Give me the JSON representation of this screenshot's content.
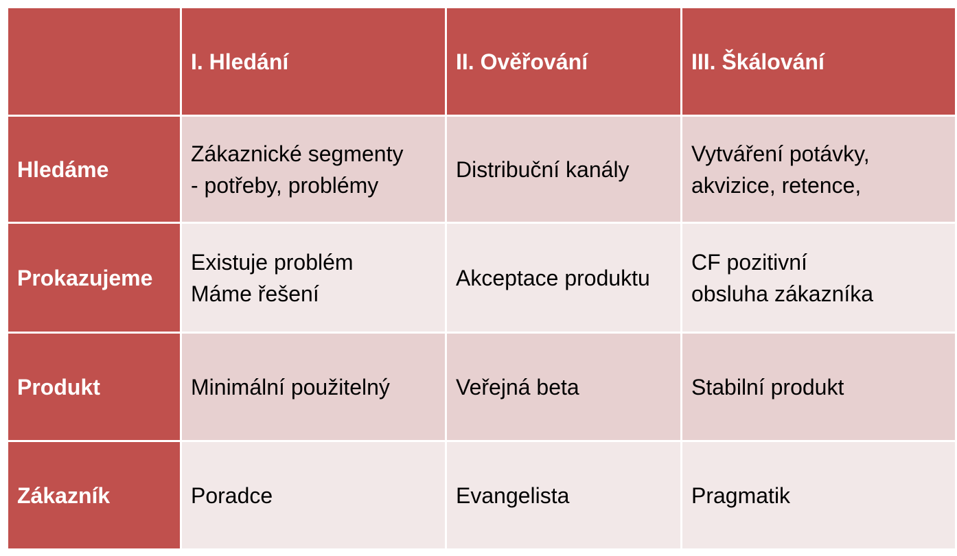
{
  "table": {
    "corner": "",
    "columns": [
      "I. Hledání",
      "II. Ověřování",
      "III. Škálování"
    ],
    "rows": [
      {
        "label": "Hledáme",
        "cells": [
          [
            "Zákaznické segmenty",
            "- potřeby, problémy"
          ],
          [
            "Distribuční kanály"
          ],
          [
            "Vytváření potávky,",
            "akvizice, retence,"
          ]
        ]
      },
      {
        "label": "Prokazujeme",
        "cells": [
          [
            "Existuje problém",
            "Máme řešení"
          ],
          [
            "Akceptace produktu"
          ],
          [
            "CF pozitivní",
            "obsluha zákazníka"
          ]
        ]
      },
      {
        "label": "Produkt",
        "cells": [
          [
            "Minimální použitelný"
          ],
          [
            "Veřejná beta"
          ],
          [
            "Stabilní produkt"
          ]
        ]
      },
      {
        "label": "Zákazník",
        "cells": [
          [
            "Poradce"
          ],
          [
            "Evangelista"
          ],
          [
            "Pragmatik"
          ]
        ]
      }
    ]
  },
  "colors": {
    "header_bg": "#c0504d",
    "row_band_dark": "#e7d0d0",
    "row_band_light": "#f2e8e8",
    "header_text": "#ffffff"
  }
}
